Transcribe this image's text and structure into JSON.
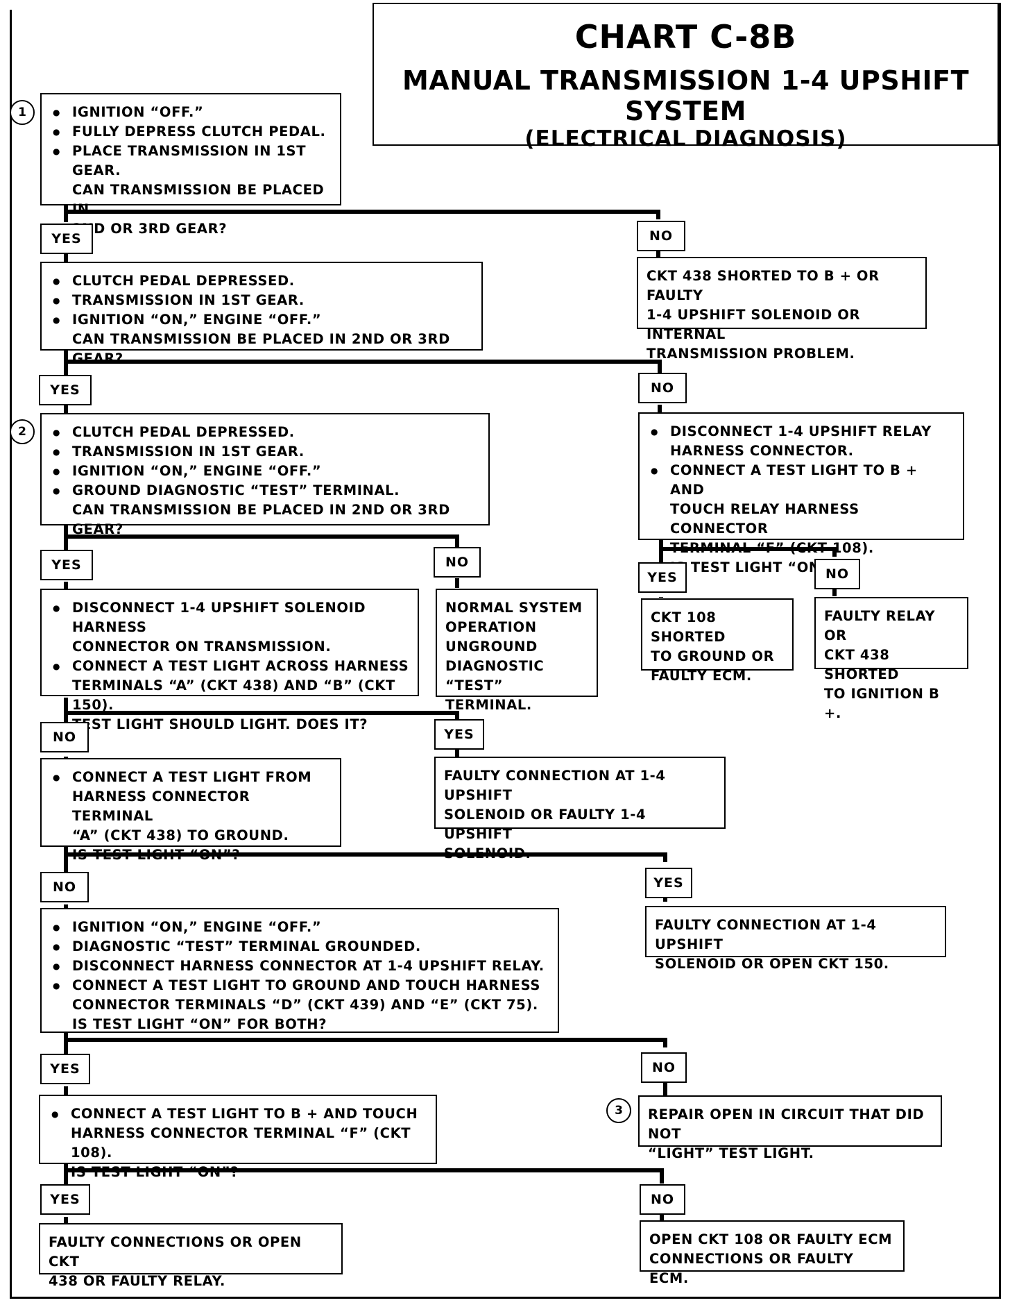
{
  "title": "CHART C-8B",
  "subtitle": "MANUAL TRANSMISSION 1-4 UPSHIFT SYSTEM",
  "subtitle2": "(ELECTRICAL DIAGNOSIS)",
  "markers": {
    "m1": "1",
    "m2": "2",
    "m3": "3"
  },
  "labels": {
    "yes": "YES",
    "no": "NO"
  },
  "steps": {
    "s1": {
      "bullets": [
        "IGNITION “OFF.”",
        "FULLY DEPRESS CLUTCH PEDAL.",
        "PLACE TRANSMISSION IN 1ST GEAR."
      ],
      "question": [
        "CAN TRANSMISSION BE PLACED IN",
        "2ND OR 3RD GEAR?"
      ]
    },
    "s2": {
      "bullets": [
        "CLUTCH PEDAL DEPRESSED.",
        "TRANSMISSION IN 1ST GEAR.",
        "IGNITION “ON,” ENGINE “OFF.”"
      ],
      "question": "CAN TRANSMISSION BE PLACED IN 2ND OR 3RD GEAR?"
    },
    "s2_no": [
      "CKT 438 SHORTED TO B + OR FAULTY",
      "1-4 UPSHIFT SOLENOID OR INTERNAL",
      "TRANSMISSION PROBLEM."
    ],
    "s3": {
      "bullets": [
        "CLUTCH PEDAL DEPRESSED.",
        "TRANSMISSION IN 1ST GEAR.",
        "IGNITION “ON,” ENGINE “OFF.”",
        "GROUND DIAGNOSTIC “TEST” TERMINAL."
      ],
      "question": "CAN TRANSMISSION BE PLACED IN 2ND OR 3RD GEAR?"
    },
    "s3_no": {
      "bullets": [
        [
          "DISCONNECT 1-4 UPSHIFT RELAY",
          "HARNESS CONNECTOR."
        ],
        [
          "CONNECT A TEST LIGHT TO B + AND",
          "TOUCH RELAY HARNESS CONNECTOR",
          "TERMINAL “F” (CKT 108)."
        ]
      ],
      "question": "IS TEST LIGHT “ON.”"
    },
    "s3_no_yes": [
      "CKT 108 SHORTED",
      "TO GROUND OR",
      "FAULTY ECM."
    ],
    "s3_no_no": [
      "FAULTY RELAY OR",
      "CKT 438 SHORTED",
      "TO IGNITION B +."
    ],
    "s4": {
      "bullets": [
        [
          "DISCONNECT 1-4 UPSHIFT SOLENOID HARNESS",
          "CONNECTOR ON TRANSMISSION."
        ],
        [
          "CONNECT A TEST LIGHT ACROSS HARNESS",
          "TERMINALS “A” (CKT 438) AND “B” (CKT 150)."
        ],
        [
          "TEST LIGHT SHOULD LIGHT.  DOES IT?"
        ]
      ]
    },
    "s4_normal": [
      "NORMAL SYSTEM",
      "OPERATION",
      "UNGROUND",
      "DIAGNOSTIC",
      "“TEST” TERMINAL."
    ],
    "s5": {
      "bullets": [
        [
          "CONNECT A TEST LIGHT FROM",
          "HARNESS CONNECTOR TERMINAL",
          "“A” (CKT 438) TO GROUND."
        ]
      ],
      "question": "IS TEST LIGHT “ON”?"
    },
    "s4_yes": [
      "FAULTY CONNECTION AT 1-4 UPSHIFT",
      "SOLENOID OR FAULTY 1-4 UPSHIFT",
      "SOLENOID."
    ],
    "s6": {
      "bullets": [
        [
          "IGNITION “ON,” ENGINE “OFF.”"
        ],
        [
          "DIAGNOSTIC “TEST” TERMINAL GROUNDED."
        ],
        [
          "DISCONNECT HARNESS CONNECTOR AT 1-4 UPSHIFT RELAY."
        ],
        [
          "CONNECT A TEST LIGHT TO GROUND AND TOUCH HARNESS",
          "CONNECTOR TERMINALS “D” (CKT 439) AND “E” (CKT 75)."
        ]
      ],
      "question": "IS TEST LIGHT “ON” FOR BOTH?"
    },
    "s5_yes": [
      "FAULTY CONNECTION AT 1-4 UPSHIFT",
      "SOLENOID OR OPEN CKT 150."
    ],
    "s7": {
      "bullets": [
        [
          "CONNECT A TEST LIGHT TO B + AND TOUCH",
          "HARNESS CONNECTOR TERMINAL “F” (CKT 108)."
        ]
      ],
      "question": "IS TEST LIGHT “ON”?"
    },
    "s6_no": [
      "REPAIR OPEN IN CIRCUIT THAT DID NOT",
      "“LIGHT” TEST LIGHT."
    ],
    "s7_yes": [
      "FAULTY CONNECTIONS OR OPEN CKT",
      "438 OR FAULTY RELAY."
    ],
    "s7_no": [
      "OPEN CKT 108 OR FAULTY ECM",
      "CONNECTIONS OR FAULTY ECM."
    ]
  }
}
